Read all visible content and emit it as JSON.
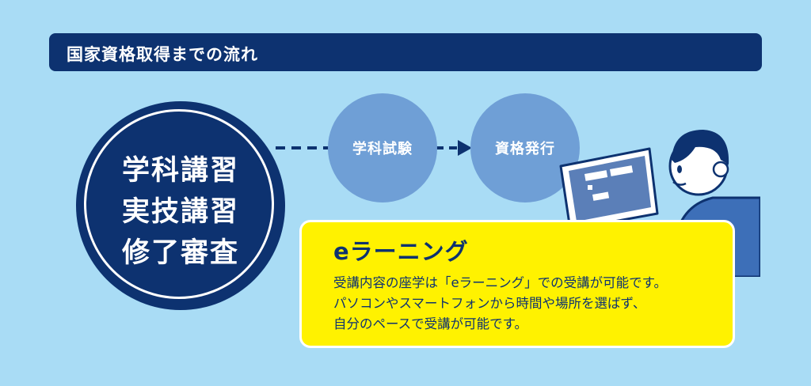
{
  "header": {
    "title": "国家資格取得までの流れ"
  },
  "main_step": {
    "lines": [
      "学科講習",
      "実技講習",
      "修了審査"
    ]
  },
  "steps": [
    {
      "label": "学科試験"
    },
    {
      "label": "資格発行"
    }
  ],
  "elearning": {
    "title": "eラーニング",
    "body_lines": [
      "受講内容の座学は「eラーニング」での受講が可能です。",
      "パソコンやスマートフォンから時間や場所を選ばず、",
      "自分のペースで受講が可能です。"
    ]
  },
  "colors": {
    "background": "#a9dcf5",
    "navy": "#0d3270",
    "step_blue": "#6f9fd6",
    "highlight_yellow": "#fff200"
  },
  "icons": [
    "dashed-arrow-icon",
    "arrow-icon",
    "person-at-computer-illustration"
  ]
}
